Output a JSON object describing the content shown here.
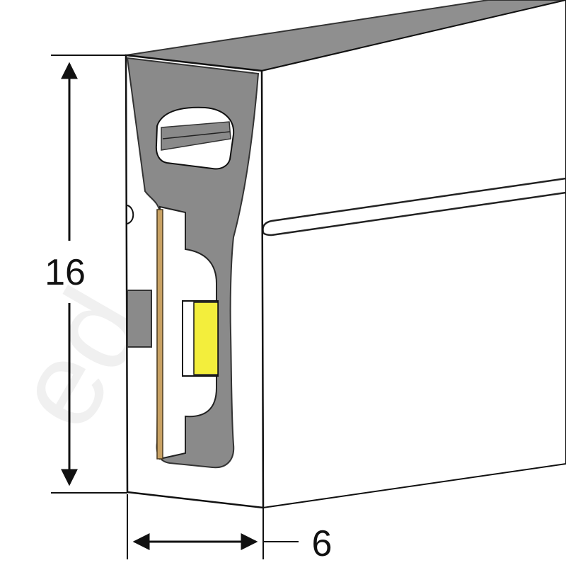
{
  "dimensions": {
    "height_label": "16",
    "width_label": "6"
  },
  "watermark": {
    "text": "ed"
  },
  "colors": {
    "outline": "#111111",
    "silicone_profile": "#8a8a8a",
    "pcb_strip": "#c9a264",
    "led_chip": "#f3ee3c",
    "body_fill": "#ffffff"
  }
}
